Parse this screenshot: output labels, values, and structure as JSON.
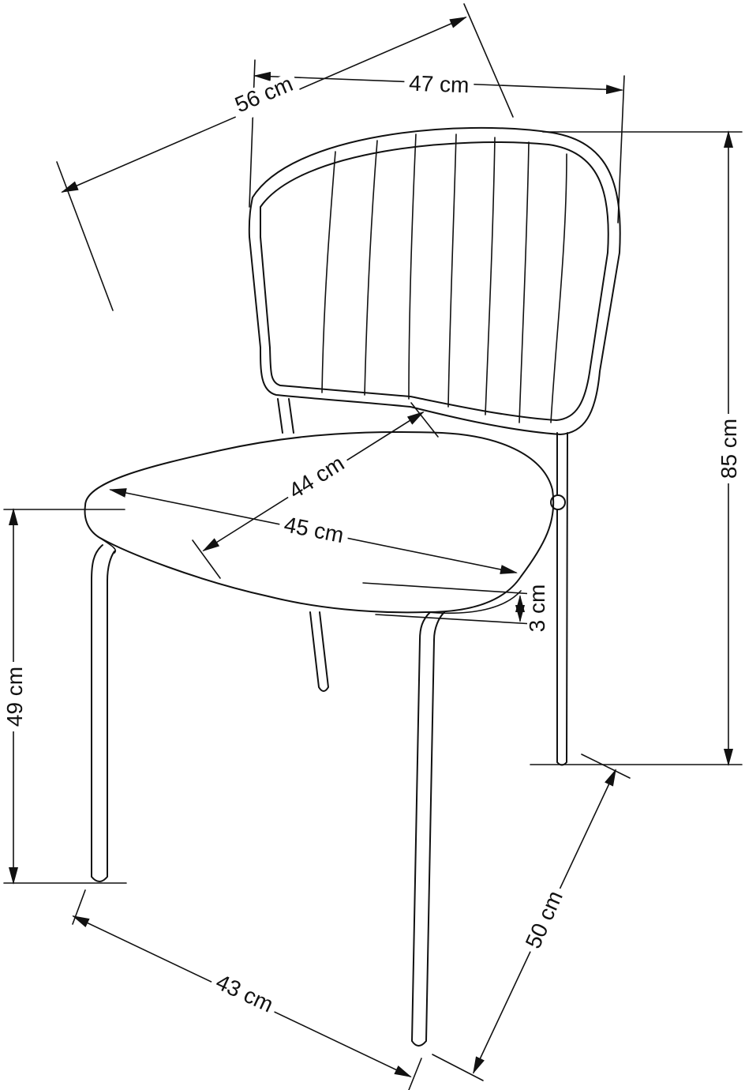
{
  "dimensions": {
    "depth_total": "56 cm",
    "width_back": "47 cm",
    "height_total": "85 cm",
    "seat_depth": "44 cm",
    "seat_width": "45 cm",
    "seat_thickness": "3 cm",
    "seat_height": "49 cm",
    "base_width": "43 cm",
    "base_depth": "50 cm"
  }
}
